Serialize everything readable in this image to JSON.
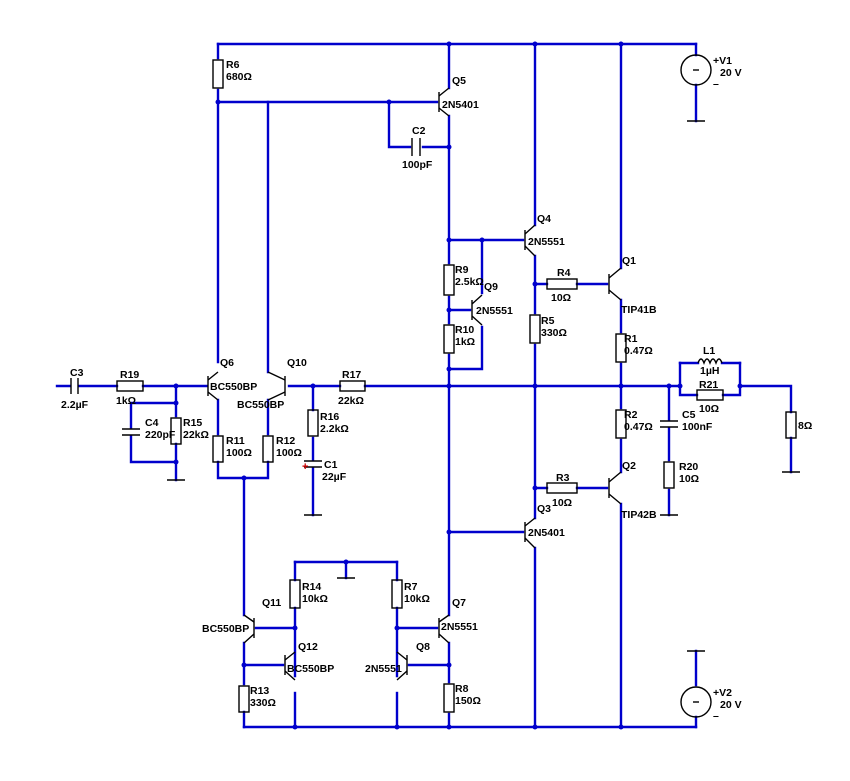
{
  "components": {
    "C3": {
      "ref": "C3",
      "value": "2.2µF"
    },
    "R19": {
      "ref": "R19",
      "value": "1kΩ"
    },
    "C4": {
      "ref": "C4",
      "value": "220pF"
    },
    "R15": {
      "ref": "R15",
      "value": "22kΩ"
    },
    "Q6": {
      "ref": "Q6",
      "part": "BC550BP"
    },
    "Q10": {
      "ref": "Q10",
      "part": "BC550BP"
    },
    "R6": {
      "ref": "R6",
      "value": "680Ω"
    },
    "R11": {
      "ref": "R11",
      "value": "100Ω"
    },
    "R12": {
      "ref": "R12",
      "value": "100Ω"
    },
    "R17": {
      "ref": "R17",
      "value": "22kΩ"
    },
    "R16": {
      "ref": "R16",
      "value": "2.2kΩ"
    },
    "C1": {
      "ref": "C1",
      "value": "22µF",
      "polarity": "+"
    },
    "Q5": {
      "ref": "Q5",
      "part": "2N5401"
    },
    "C2": {
      "ref": "C2",
      "value": "100pF"
    },
    "R9": {
      "ref": "R9",
      "value": "2.5kΩ"
    },
    "Q9": {
      "ref": "Q9",
      "part": "2N5551"
    },
    "R10": {
      "ref": "R10",
      "value": "1kΩ"
    },
    "Q4": {
      "ref": "Q4",
      "part": "2N5551"
    },
    "R4": {
      "ref": "R4",
      "value": "10Ω"
    },
    "R5": {
      "ref": "R5",
      "value": "330Ω"
    },
    "Q1": {
      "ref": "Q1",
      "part": "TIP41B"
    },
    "R1": {
      "ref": "R1",
      "value": "0.47Ω"
    },
    "R2": {
      "ref": "R2",
      "value": "0.47Ω"
    },
    "Q2": {
      "ref": "Q2",
      "part": "TIP42B"
    },
    "R3": {
      "ref": "R3",
      "value": "10Ω"
    },
    "Q3": {
      "ref": "Q3",
      "part": "2N5401"
    },
    "L1": {
      "ref": "L1",
      "value": "1µH"
    },
    "R21": {
      "ref": "R21",
      "value": "10Ω"
    },
    "C5": {
      "ref": "C5",
      "value": "100nF"
    },
    "R20": {
      "ref": "R20",
      "value": "10Ω"
    },
    "RL": {
      "value": "8Ω"
    },
    "V1": {
      "ref": "+V1",
      "value": "20 V",
      "minus": "–"
    },
    "V2": {
      "ref": "+V2",
      "value": "20 V",
      "minus": "–"
    },
    "Q11": {
      "ref": "Q11",
      "part": "BC550BP"
    },
    "Q12": {
      "ref": "Q12",
      "part": "BC550BP"
    },
    "R14": {
      "ref": "R14",
      "value": "10kΩ"
    },
    "R13": {
      "ref": "R13",
      "value": "330Ω"
    },
    "R7": {
      "ref": "R7",
      "value": "10kΩ"
    },
    "Q7": {
      "ref": "Q7",
      "part": "2N5551"
    },
    "Q8": {
      "ref": "Q8",
      "part": "2N5551"
    },
    "R8": {
      "ref": "R8",
      "value": "150Ω"
    }
  },
  "colors": {
    "wire": "#0000cc",
    "component": "#000000",
    "polarity": "#cc0000"
  }
}
